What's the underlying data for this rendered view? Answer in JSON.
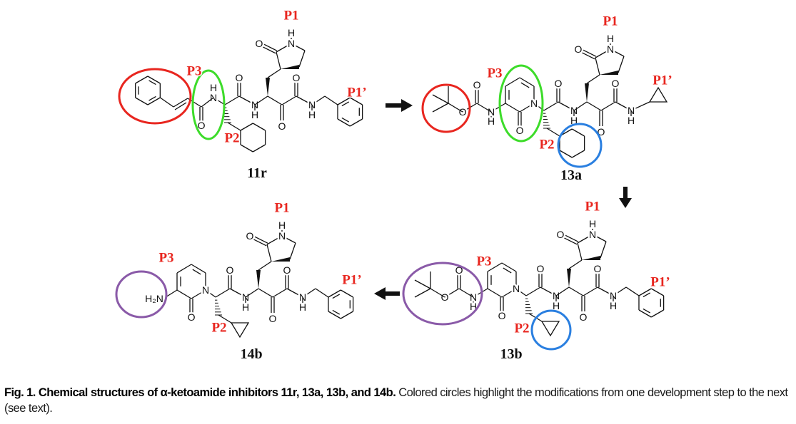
{
  "figure": {
    "compounds": [
      {
        "id": "11r"
      },
      {
        "id": "13a"
      },
      {
        "id": "13b"
      },
      {
        "id": "14b"
      }
    ],
    "atoms": {
      "O": "O",
      "N": "N",
      "H": "H",
      "NH2": "H₂N"
    },
    "site_labels": {
      "P1": "P1",
      "P2": "P2",
      "P3": "P3",
      "P1p": "P1’"
    },
    "colors": {
      "site_label": "#e8261f",
      "circle_red": "#e8261f",
      "circle_green": "#3ddc2a",
      "circle_blue": "#2a7fe0",
      "circle_purple": "#8a5aa8"
    }
  },
  "caption": {
    "bold": "Fig. 1. Chemical structures of α-ketoamide inhibitors 11r, 13a, 13b, and 14b.",
    "text": " Colored circles highlight the modifications from one development step to the next (see text)."
  }
}
